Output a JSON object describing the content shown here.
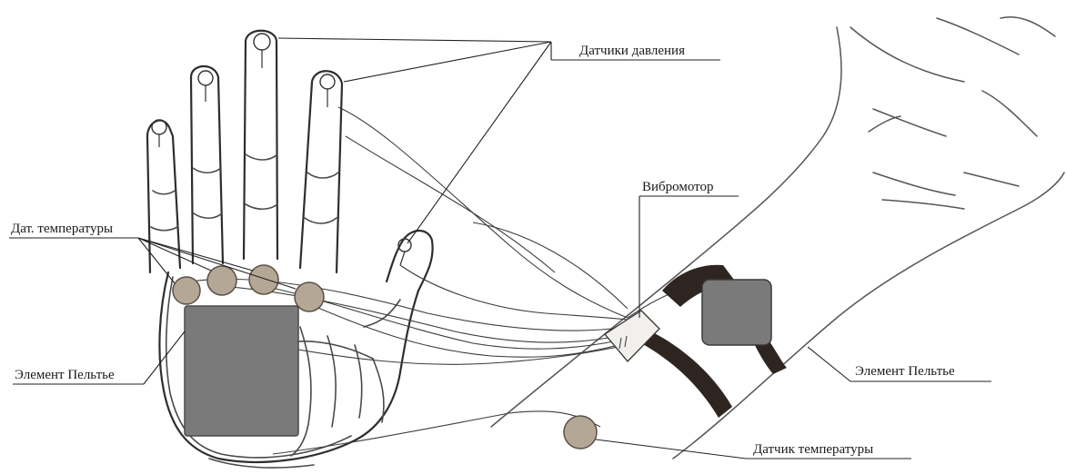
{
  "labels": {
    "pressure_sensors": "Датчики давления",
    "vibromotor": "Вибромотор",
    "temp_sensors": "Дат. температуры",
    "peltier_left": "Элемент Пельтье",
    "peltier_right": "Элемент Пельтье",
    "temp_sensor": "Датчик температуры"
  },
  "colors": {
    "peltier": "#7a7a7a",
    "sensor_disc": "#b5a796",
    "strap": "#2f2520",
    "line": "#222222"
  }
}
